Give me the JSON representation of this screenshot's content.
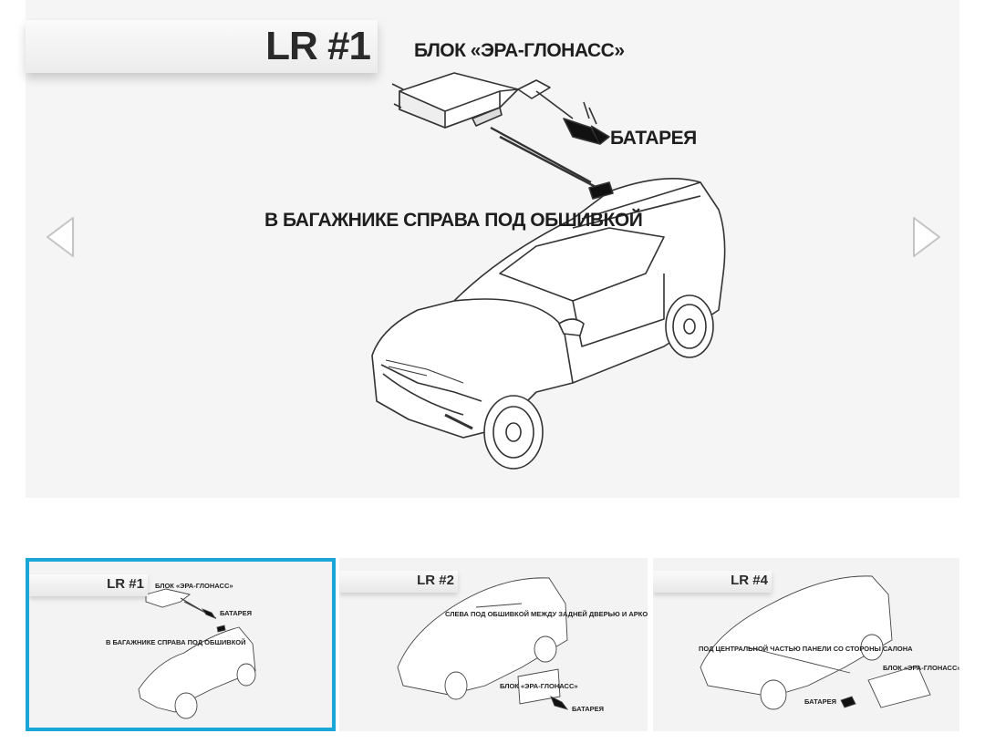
{
  "main": {
    "title": "LR #1",
    "callout_block": "БЛОК «ЭРА-ГЛОНАСС»",
    "callout_battery": "БАТАРЕЯ",
    "callout_location": "В БАГАЖНИКЕ СПРАВА ПОД ОБШИВКОЙ"
  },
  "nav": {
    "prev_icon": "chevron-left-icon",
    "next_icon": "chevron-right-icon"
  },
  "thumbnails": [
    {
      "title": "LR #1",
      "labels": [
        "БЛОК «ЭРА-ГЛОНАСС»",
        "БАТАРЕЯ",
        "В БАГАЖНИКЕ СПРАВА ПОД ОБШИВКОЙ"
      ],
      "selected": true
    },
    {
      "title": "LR #2",
      "labels": [
        "СЛЕВА ПОД ОБШИВКОЙ МЕЖДУ ЗАДНЕЙ ДВЕРЬЮ И АРКОЙ",
        "БЛОК «ЭРА-ГЛОНАСС»",
        "БАТАРЕЯ"
      ],
      "selected": false
    },
    {
      "title": "LR #4",
      "labels": [
        "ПОД ЦЕНТРАЛЬНОЙ ЧАСТЬЮ ПАНЕЛИ СО СТОРОНЫ САЛОНА",
        "БЛОК «ЭРА-ГЛОНАСС»",
        "БАТАРЕЯ"
      ],
      "selected": false
    }
  ],
  "colors": {
    "selected_border": "#1aa7d8",
    "slide_bg": "#f5f5f5"
  }
}
